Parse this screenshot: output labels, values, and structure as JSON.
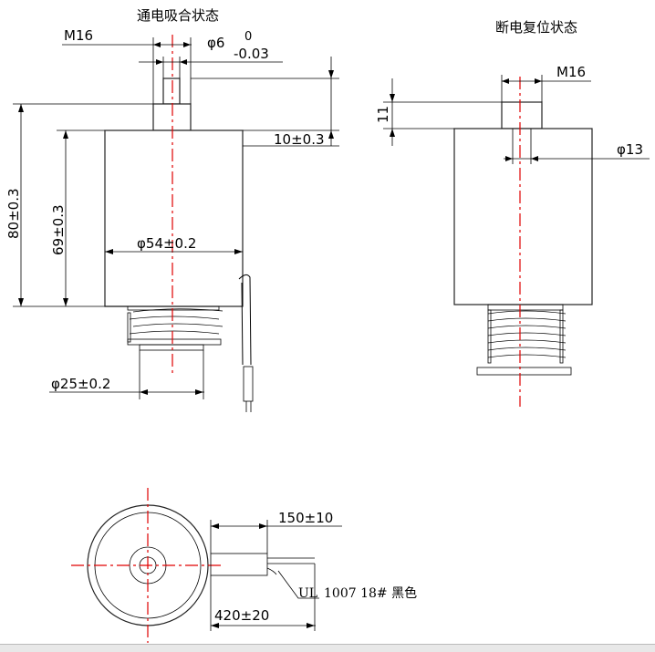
{
  "titles": {
    "energized": "通电吸合状态",
    "deenergized": "断电复位状态"
  },
  "dimensions": {
    "thread_left": "M16",
    "shaft_dia": "φ6",
    "shaft_tol_upper": "0",
    "shaft_tol_lower": "-0.03",
    "stroke": "10±0.3",
    "total_height": "80±0.3",
    "body_height": "69±0.3",
    "body_dia": "φ54±0.2",
    "flange_dia": "φ25±0.2",
    "thread_right": "M16",
    "thread_len": "11",
    "plunger_dia": "φ13",
    "lead_strip": "150±10",
    "lead_total": "420±20"
  },
  "wire_note": {
    "ul": "UL",
    "spec": "1007 18# 黑色"
  }
}
